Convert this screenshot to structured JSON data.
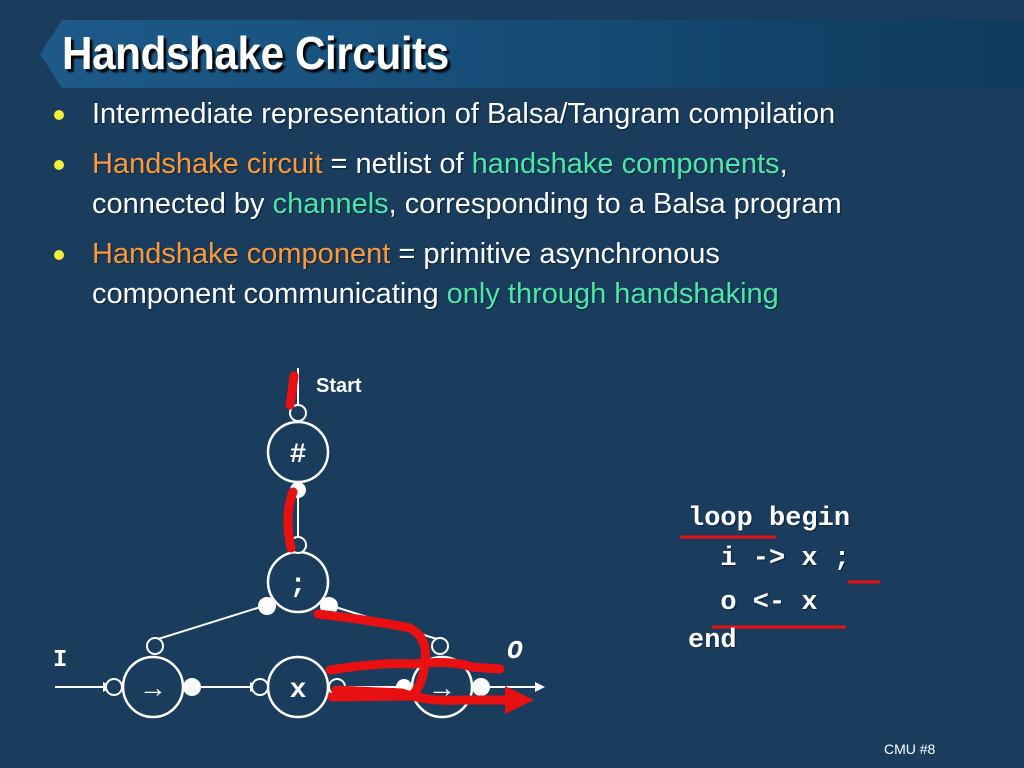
{
  "slide": {
    "title": "Handshake Circuits",
    "footer": "CMU #8"
  },
  "bullets": [
    {
      "parts": [
        {
          "text": "Intermediate representation of Balsa/Tangram compilation",
          "tone": "white"
        }
      ]
    },
    {
      "parts": [
        {
          "text": "Handshake circuit",
          "tone": "orange"
        },
        {
          "text": " = netlist of ",
          "tone": "white"
        },
        {
          "text": "handshake components",
          "tone": "green"
        },
        {
          "text": ",",
          "tone": "white"
        },
        {
          "text": "BR",
          "tone": "break"
        },
        {
          "text": "connected by ",
          "tone": "white"
        },
        {
          "text": "channels",
          "tone": "green"
        },
        {
          "text": ", corresponding to a Balsa program",
          "tone": "white"
        }
      ]
    },
    {
      "parts": [
        {
          "text": "Handshake component",
          "tone": "orange"
        },
        {
          "text": " = primitive asynchronous",
          "tone": "white"
        },
        {
          "text": "BR",
          "tone": "break"
        },
        {
          "text": "component communicating ",
          "tone": "white"
        },
        {
          "text": "only through handshaking",
          "tone": "green"
        }
      ]
    }
  ],
  "diagram": {
    "start_label": "Start",
    "repeater_symbol": "#",
    "sequencer_symbol": ";",
    "transferrer_symbol": "→",
    "variable_symbol": "x",
    "input_label": "I",
    "output_label": "O"
  },
  "code": {
    "line1_a": "loop",
    "line1_b": " begin",
    "line2_a": "  i -> x ",
    "line2_b": ";",
    "line3": "  o <- x",
    "line4": "end"
  },
  "colors": {
    "background": "#1a3d5e",
    "title_bar": "#1e5a88",
    "bullet_dot": "#f2ee3a",
    "highlight_orange": "#ff9a3c",
    "highlight_green": "#4ee6a8",
    "annotation_red": "#e81010"
  }
}
